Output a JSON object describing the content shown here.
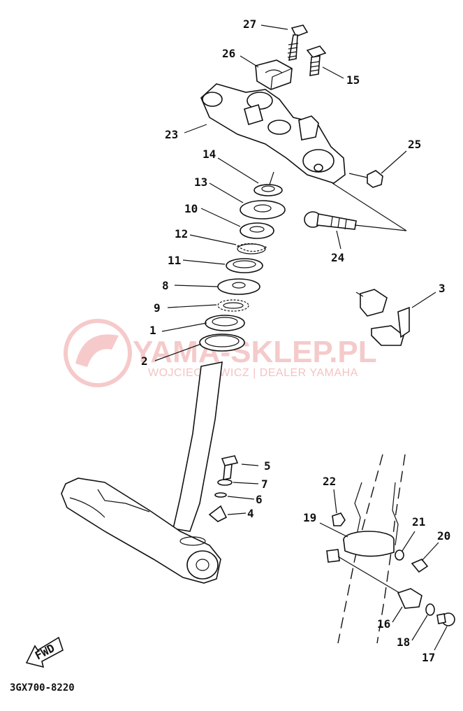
{
  "diagram_code": "3GX700-8220",
  "fwd_label": "FWD",
  "watermark": {
    "brand": "YAMA-SKLEP.PL",
    "subtitle": "WOJCIECHOWICZ | DEALER YAMAHA"
  },
  "callouts": [
    "27",
    "26",
    "15",
    "23",
    "25",
    "14",
    "13",
    "10",
    "12",
    "24",
    "11",
    "8",
    "3",
    "9",
    "1",
    "2",
    "5",
    "7",
    "6",
    "4",
    "22",
    "19",
    "21",
    "20",
    "16",
    "18",
    "17"
  ],
  "colors": {
    "line": "#111111",
    "watermark": "#f2b4b4"
  }
}
